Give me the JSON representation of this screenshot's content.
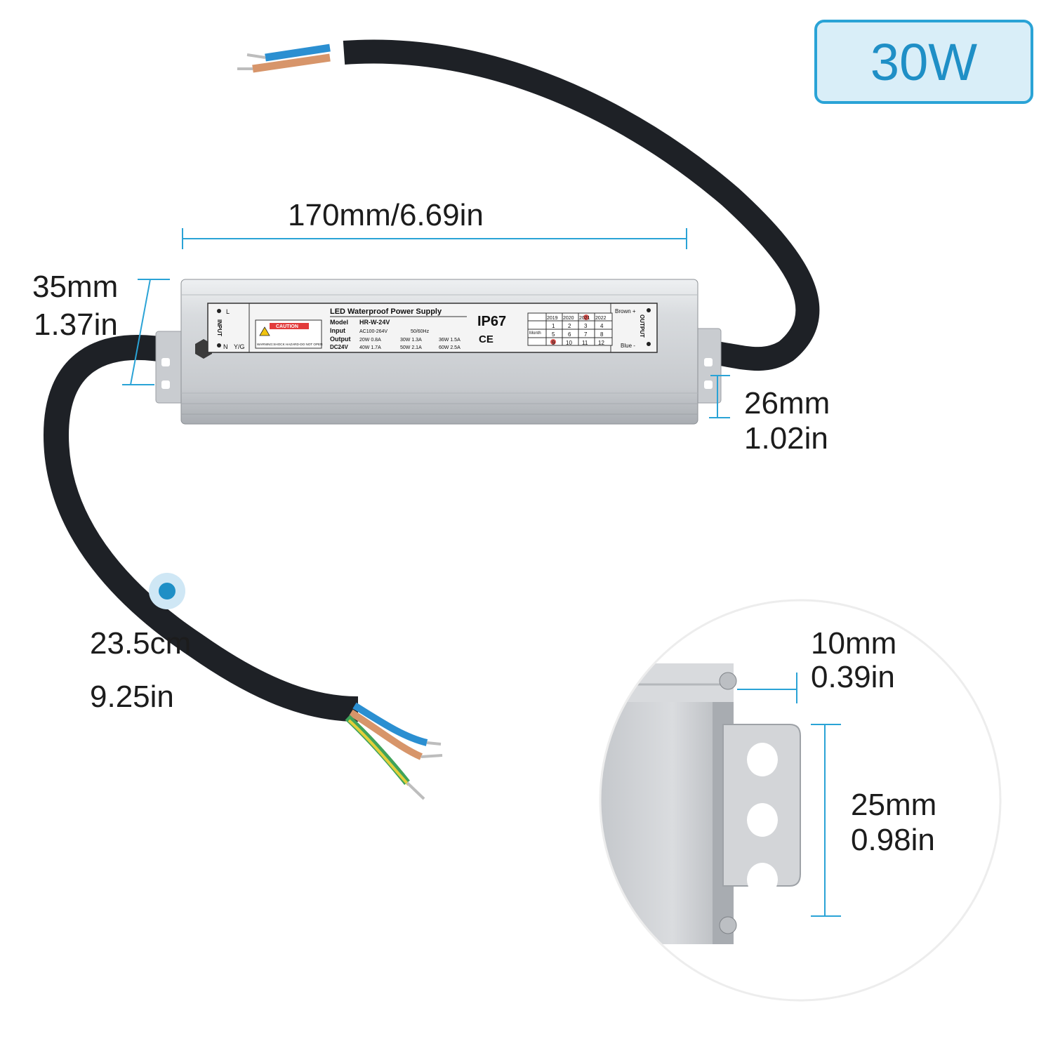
{
  "badge": {
    "wattage": "30W"
  },
  "dimensions": {
    "length": "170mm/6.69in",
    "height_mm": "35mm",
    "height_in": "1.37in",
    "width_mm": "26mm",
    "width_in": "1.02in",
    "cable_cm": "23.5cm",
    "cable_in": "9.25in",
    "tab_offset_mm": "10mm",
    "tab_offset_in": "0.39in",
    "tab_height_mm": "25mm",
    "tab_height_in": "0.98in"
  },
  "label": {
    "title": "LED Waterproof Power Supply",
    "model_key": "Model",
    "model_val": "HR-W-24V",
    "input_key": "Input",
    "input_val": "AC100-264V",
    "input_freq": "50/60Hz",
    "output_key": "Output",
    "dc_key": "DC24V",
    "options": [
      "20W 0.8A",
      "30W 1.3A",
      "36W 1.5A",
      "40W 1.7A",
      "50W 2.1A",
      "60W 2.5A"
    ],
    "rating": "IP67",
    "marks": "CE",
    "caution": "CAUTION",
    "warning": "WARNING:SHOCK HAZARD-DO NOT OPEN",
    "input_side": "INPUT",
    "output_side": "OUTPUT",
    "l": "L",
    "n": "N",
    "yg": "Y/G",
    "brown": "Brown +",
    "blue": "Blue -",
    "years": [
      "2019",
      "2020",
      "2021",
      "2022"
    ],
    "month": "Month",
    "months": [
      "1",
      "2",
      "3",
      "4",
      "5",
      "6",
      "7",
      "8",
      "9",
      "10",
      "11",
      "12"
    ]
  },
  "colors": {
    "accent": "#2aa3d6",
    "badge_bg": "#d9eef8",
    "housing": "#d4d7da",
    "cable": "#1e2126"
  }
}
